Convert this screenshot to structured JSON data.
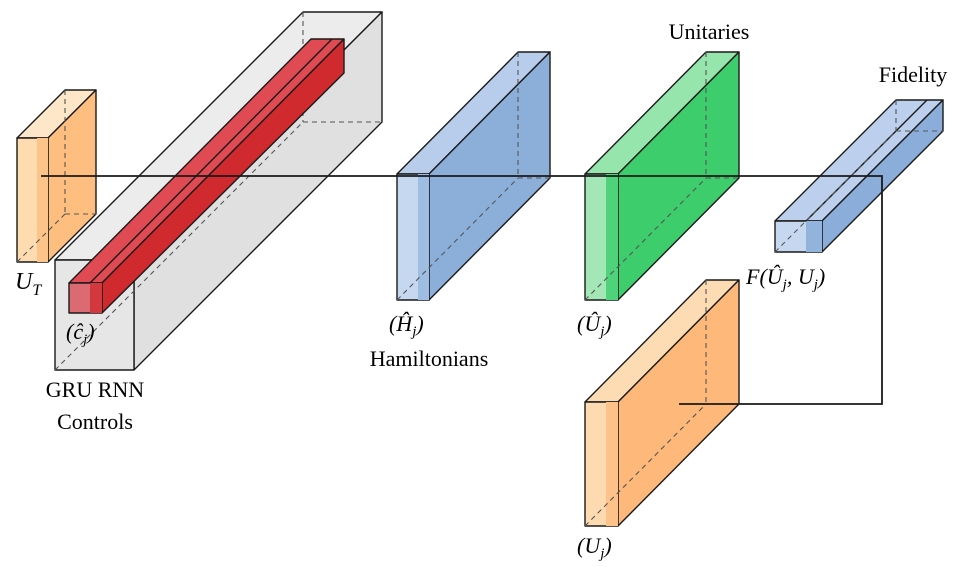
{
  "labels": {
    "ut": "U",
    "ut_sub": "T",
    "controls_math": "(ĉ",
    "controls_math_sub": "j",
    "controls_math_close": ")",
    "gru": "GRU RNN",
    "controls": "Controls",
    "hamiltonians_math": "(Ĥ",
    "hamiltonians_math_sub": "j",
    "hamiltonians_math_close": ")",
    "hamiltonians": "Hamiltonians",
    "unitaries": "Unitaries",
    "unitaries_math": "(Û",
    "unitaries_math_sub": "j",
    "unitaries_math_close": ")",
    "target_math": "(U",
    "target_math_sub": "j",
    "target_math_close": ")",
    "fidelity": "Fidelity",
    "fidelity_math": "F(Û",
    "fidelity_math_sub1": "j",
    "fidelity_math_mid": ", U",
    "fidelity_math_sub2": "j",
    "fidelity_math_close": ")"
  },
  "colors": {
    "orange_front": "#fedcb0",
    "orange_front_strip": "#fdc48a",
    "orange_side": "#fdb97a",
    "orange_top": "#fee6c8",
    "gray_box": "#e3e3e3",
    "red_front": "#d9666e",
    "red_top": "#e0505a",
    "red_side": "#d42a2f",
    "blue_front": "#c4d7f0",
    "blue_side": "#8fb2dc",
    "blue_top": "#b5cbeb",
    "green_front": "#a0e6b4",
    "green_side": "#3ecf6e",
    "green_top": "#8ee4a8",
    "wire": "#1a1a1a"
  }
}
